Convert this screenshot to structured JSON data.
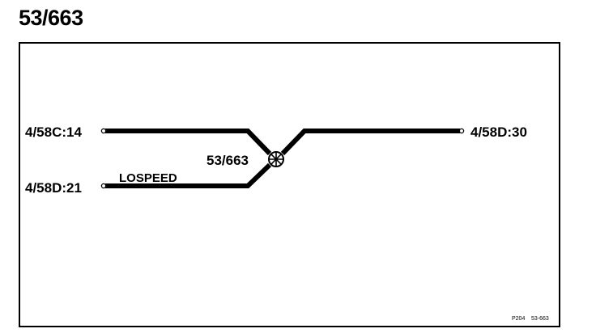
{
  "page": {
    "title": "53/663"
  },
  "diagram": {
    "node_label": "53/663",
    "connector_left_top": "4/58C:14",
    "connector_left_bottom": "4/58D:21",
    "connector_right": "4/58D:30",
    "wire_label": "LOSPEED",
    "footer_ref": "P204",
    "footer_code": "53-663"
  }
}
